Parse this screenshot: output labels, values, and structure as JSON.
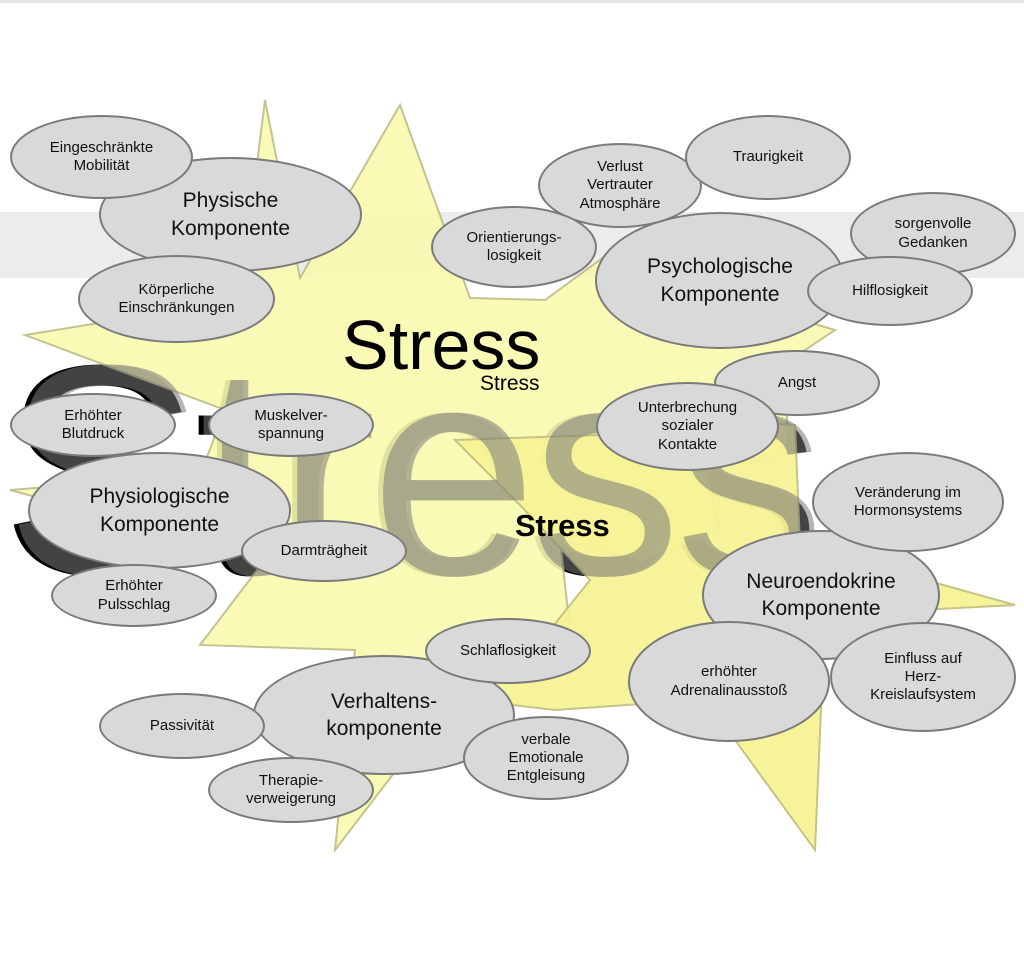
{
  "center": {
    "title_large": "Stress",
    "title_small": "Stress",
    "title_bold": "Stress",
    "background_word": "Stress"
  },
  "components": [
    {
      "label": "Physische\nKomponente"
    },
    {
      "label": "Psychologische\nKomponente"
    },
    {
      "label": "Physiologische\nKomponente"
    },
    {
      "label": "Neuroendokrine\nKomponente"
    },
    {
      "label": "Verhaltens-\nkomponente"
    }
  ],
  "items": [
    {
      "label": "Eingeschränkte\nMobilität"
    },
    {
      "label": "Körperliche\nEinschränkungen"
    },
    {
      "label": "Verlust\nVertrauter\nAtmosphäre"
    },
    {
      "label": "Traurigkeit"
    },
    {
      "label": "sorgenvolle\nGedanken"
    },
    {
      "label": "Orientierungs-\nlosigkeit"
    },
    {
      "label": "Hilflosigkeit"
    },
    {
      "label": "Angst"
    },
    {
      "label": "Unterbrechung\nsozialer\nKontakte"
    },
    {
      "label": "Erhöhter\nBlutdruck"
    },
    {
      "label": "Muskelver-\nspannung"
    },
    {
      "label": "Darmträgheit"
    },
    {
      "label": "Erhöhter\nPulsschlag"
    },
    {
      "label": "Veränderung im\nHormonsystems"
    },
    {
      "label": "Einfluss auf\nHerz-\nKreislaufsystem"
    },
    {
      "label": "erhöhter\nAdrenalinausstoß"
    },
    {
      "label": "Schlaflosigkeit"
    },
    {
      "label": "Passivität"
    },
    {
      "label": "Therapie-\nverweigerung"
    },
    {
      "label": "verbale\nEmotionale\nEntgleisung"
    }
  ],
  "colors": {
    "star_main": "#fafab0",
    "star_secondary": "#f6f394",
    "star_outline": "#bdbd86",
    "bubble_fill": "#d9d9d9",
    "bubble_border": "#7a7a7a",
    "background_word_fill": "#000000"
  }
}
